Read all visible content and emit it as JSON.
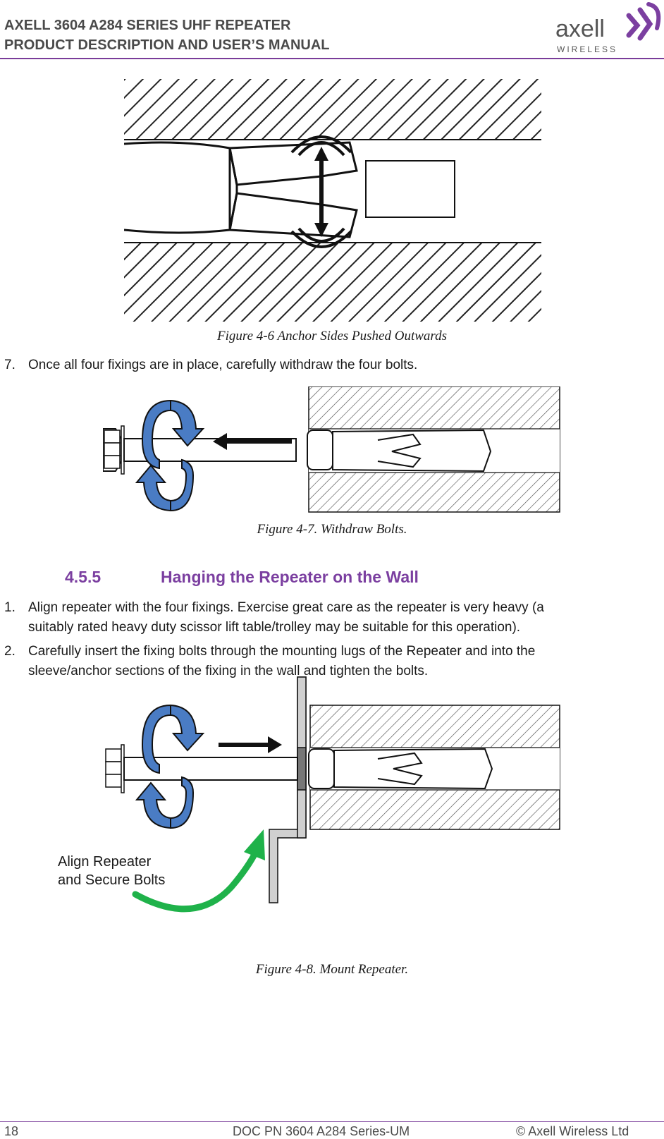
{
  "header": {
    "line1": "AXELL 3604 A284 SERIES UHF REPEATER",
    "line2": "PRODUCT DESCRIPTION AND USER’S MANUAL",
    "logo_text": "axell",
    "logo_sub": "WIRELESS"
  },
  "figures": {
    "fig46_caption": "Figure 4-6 Anchor Sides Pushed Outwards",
    "fig47_caption": "Figure 4-7.  Withdraw Bolts.",
    "fig48_caption": "Figure 4-8.  Mount Repeater.",
    "fig48_label_line1": "Align Repeater",
    "fig48_label_line2": "and Secure Bolts"
  },
  "steps_a": [
    {
      "num": "7.",
      "text": "Once all four fixings are in place, carefully withdraw the four bolts."
    }
  ],
  "section": {
    "number": "4.5.5",
    "title": "Hanging the Repeater on the Wall"
  },
  "steps_b": [
    {
      "num": "1.",
      "line1": "Align repeater with the four fixings. Exercise great care as the repeater is very heavy (a",
      "line2": "suitably rated heavy duty scissor lift table/trolley may be suitable for this operation)."
    },
    {
      "num": "2.",
      "line1": "Carefully insert the fixing bolts through the mounting lugs of the Repeater and into the",
      "line2": "sleeve/anchor sections of the fixing in the wall and tighten the bolts."
    }
  ],
  "footer": {
    "page": "18",
    "doc": "DOC PN 3604 A284 Series-UM",
    "copyright": "© Axell Wireless Ltd"
  },
  "colors": {
    "accent": "#7b3fa0",
    "arrow_blue": "#4a7cc4",
    "arrow_green": "#1fb24a"
  }
}
